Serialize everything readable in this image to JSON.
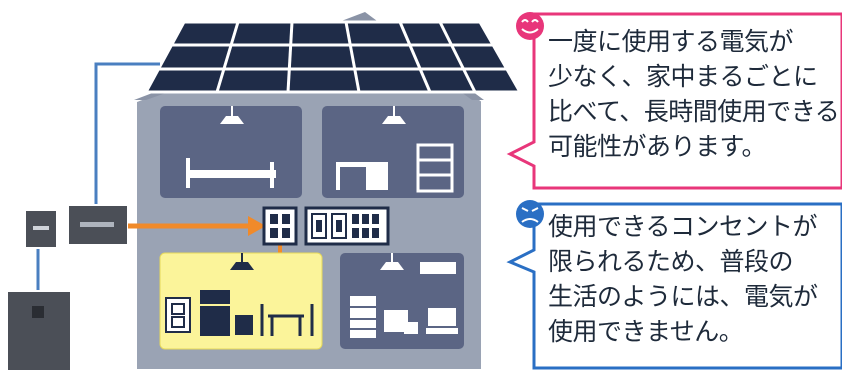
{
  "colors": {
    "house_wall": "#9aa3b4",
    "house_outline": "#ffffff",
    "room_dark": "#5b6584",
    "room_powered": "#fbf49a",
    "solar_panel": "#1f2c48",
    "wire_blue": "#4a7fc0",
    "wire_orange": "#f08a2a",
    "bubble_pink": "#e8367a",
    "bubble_blue": "#2a6fc4",
    "equipment": "#4b4f57"
  },
  "icons": {
    "happy_face": "smile-face-icon",
    "sad_face": "sad-face-icon"
  },
  "bubbles": {
    "pink": {
      "lines": [
        "一度に使用する電気が",
        "少なく、家中まるごとに",
        "比べて、長時間使用できる",
        "可能性があります。"
      ]
    },
    "blue": {
      "lines": [
        "使用できるコンセントが",
        "限られるため、普段の",
        "生活のようには、電気が",
        "使用できません。"
      ]
    }
  }
}
